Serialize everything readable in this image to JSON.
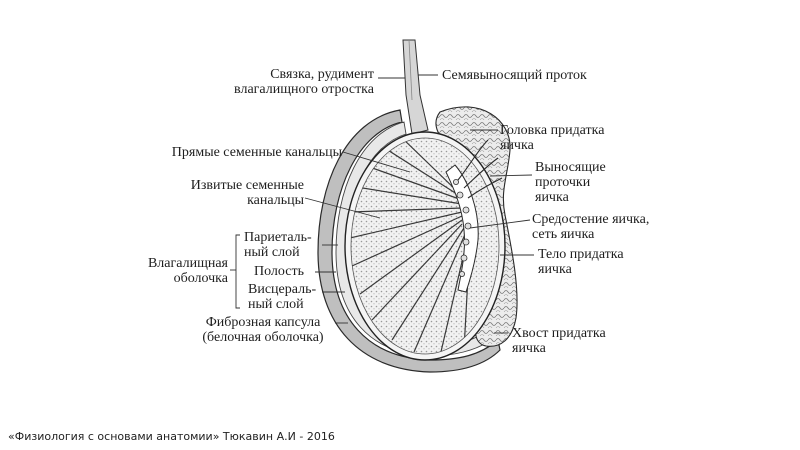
{
  "labels": {
    "ligament": "Связка, рудимент\nвлагалищного отростка",
    "vas_deferens": "Семявыносящий проток",
    "epididymis_head": "Головка придатка\nяичка",
    "straight_tubules": "Прямые семенные канальцы",
    "efferent_ductules": "Выносящие\nпроточки\nяичка",
    "convoluted_tubules": "Извитые семенные\nканальцы",
    "mediastinum": "Средостение яичка,\nсеть яичка",
    "tunica_vaginalis": "Влагалищная\nоболочка",
    "parietal_layer": "Париеталь-\nный слой",
    "cavity": "Полость",
    "visceral_layer": "Висцераль-\nный слой",
    "epididymis_body": "Тело придатка\nяичка",
    "fibrous_capsule": "Фиброзная капсула\n(белочная оболочка)",
    "epididymis_tail": "Хвост придатка\nяичка"
  },
  "caption": "«Физиология с основами анатомии» Тюкавин А.И - 2016"
}
